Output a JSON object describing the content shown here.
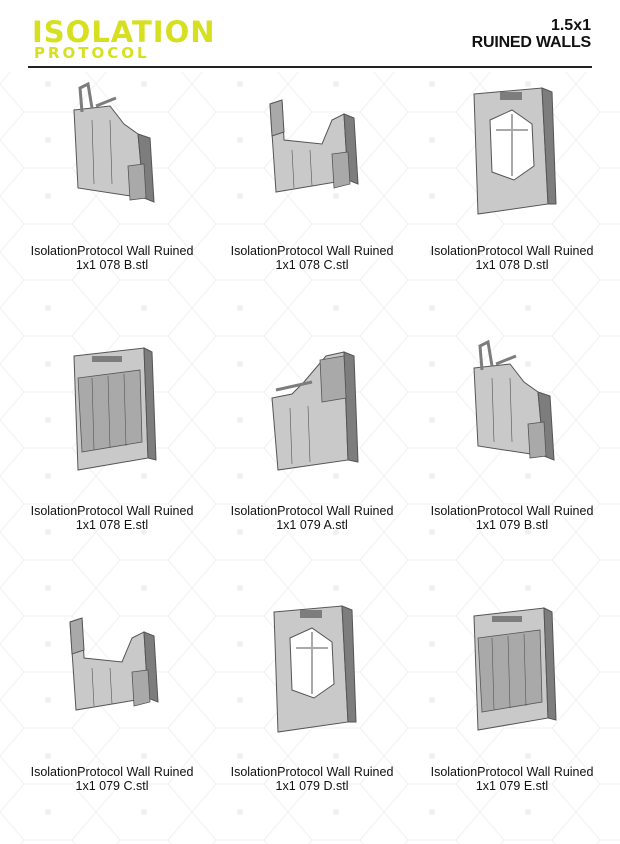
{
  "header": {
    "logo_line1": "ISOLATION",
    "logo_line2": "PROTOCOL",
    "size_label": "1.5x1",
    "category_label": "RUINED WALLS",
    "brand_color": "#d6e020"
  },
  "items": [
    {
      "line1": "IsolationProtocol Wall Ruined",
      "line2": "1x1 078 B.stl",
      "variant": "ruined-left-spikes"
    },
    {
      "line1": "IsolationProtocol Wall Ruined",
      "line2": "1x1 078 C.stl",
      "variant": "ruined-two-towers"
    },
    {
      "line1": "IsolationProtocol Wall Ruined",
      "line2": "1x1 078 D.stl",
      "variant": "frame-with-hole"
    },
    {
      "line1": "IsolationProtocol Wall Ruined",
      "line2": "1x1 078 E.stl",
      "variant": "intact-panel"
    },
    {
      "line1": "IsolationProtocol Wall Ruined",
      "line2": "1x1 079 A.stl",
      "variant": "ruined-right-tower"
    },
    {
      "line1": "IsolationProtocol Wall Ruined",
      "line2": "1x1 079 B.stl",
      "variant": "ruined-left-spikes"
    },
    {
      "line1": "IsolationProtocol Wall Ruined",
      "line2": "1x1 079 C.stl",
      "variant": "ruined-two-towers"
    },
    {
      "line1": "IsolationProtocol Wall Ruined",
      "line2": "1x1 079 D.stl",
      "variant": "frame-with-hole"
    },
    {
      "line1": "IsolationProtocol Wall Ruined",
      "line2": "1x1 079 E.stl",
      "variant": "intact-panel"
    }
  ]
}
